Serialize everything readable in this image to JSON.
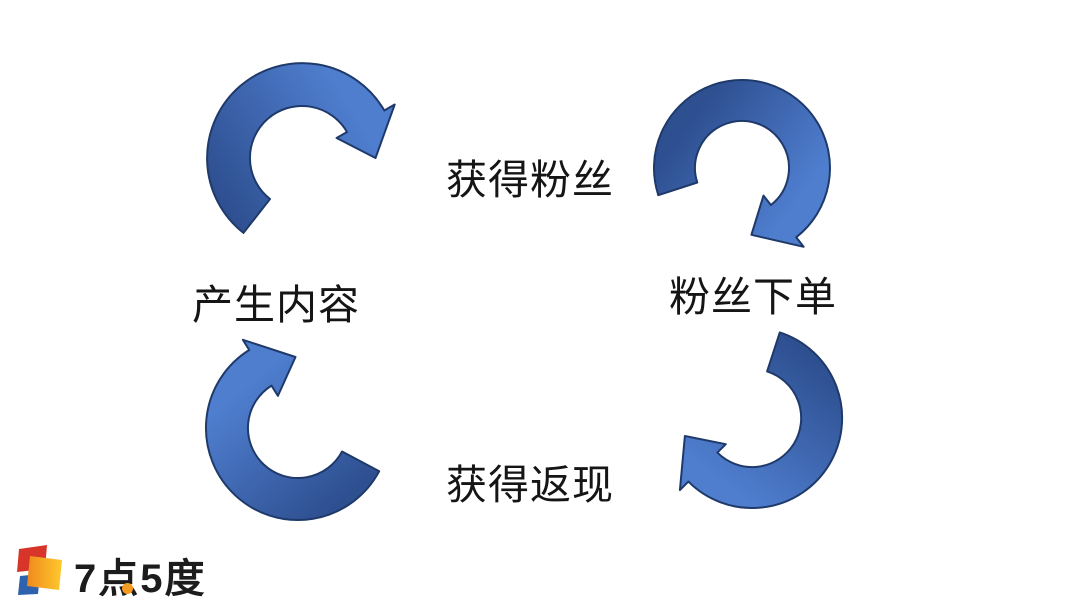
{
  "page": {
    "background_color": "#ffffff"
  },
  "diagram": {
    "type": "cycle",
    "direction": "clockwise",
    "nodes": [
      {
        "id": "get-fans",
        "label": "获得粉丝",
        "position": "top"
      },
      {
        "id": "fans-order",
        "label": "粉丝下单",
        "position": "right"
      },
      {
        "id": "get-cashback",
        "label": "获得返现",
        "position": "bottom"
      },
      {
        "id": "produce-content",
        "label": "产生内容",
        "position": "left"
      }
    ],
    "arrow_colors": {
      "tail": "#2e4f90",
      "head": "#4f7ecf",
      "outline": "#1f3a6a"
    }
  },
  "logo": {
    "text": "7点5度",
    "icon": "overlapping-squares-logo-icon",
    "colors": {
      "red": "#d8352a",
      "blue": "#2e62ae",
      "orange_start": "#ef8a1c",
      "orange_end": "#ffc92e",
      "accent_dot": "#f59a23",
      "text": "#1c1c1c"
    }
  }
}
